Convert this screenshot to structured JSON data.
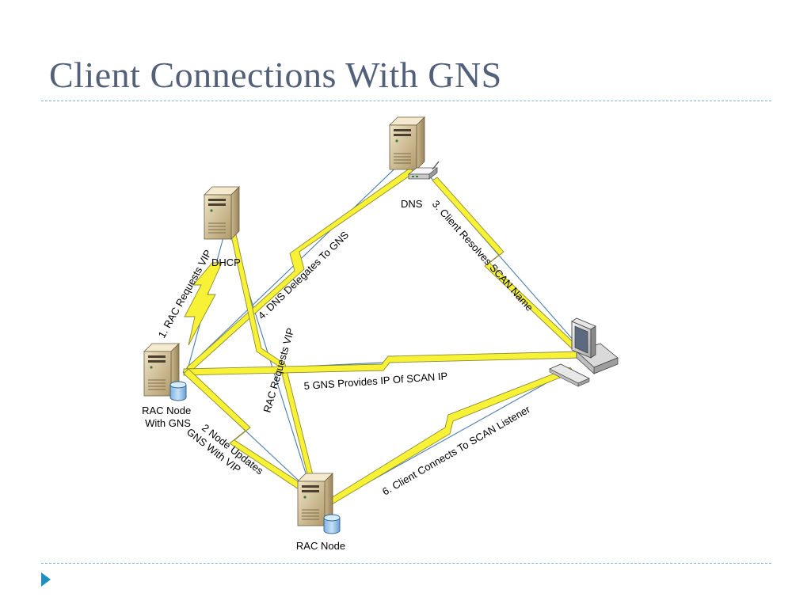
{
  "slide": {
    "title": "Client Connections With GNS"
  },
  "nodes": {
    "dns": "DNS",
    "dhcp": "DHCP",
    "rac_gns": "RAC Node\nWith GNS",
    "rac": "RAC Node"
  },
  "steps": {
    "s1": "1. RAC Requests VIP",
    "s2": "2 Node Updates\nGNS With VIP",
    "s3": "3. Client Resolves SCAN Name",
    "s4": "4. DNS Delegates To GNS",
    "s5": "5 GNS Provides IP Of SCAN IP",
    "s6": "6. Client Connects To SCAN Listener",
    "rac_vip": "RAC Requests VIP"
  },
  "colors": {
    "title": "#52607a",
    "rule": "#7fb2cf",
    "footer_arrow": "#1f8fbf",
    "bolt": "#f7f236",
    "link": "#4a7dae"
  },
  "icons": {
    "server": "server-tower-icon",
    "database": "database-cylinder-icon",
    "router": "router-icon",
    "client": "desktop-computer-icon"
  }
}
